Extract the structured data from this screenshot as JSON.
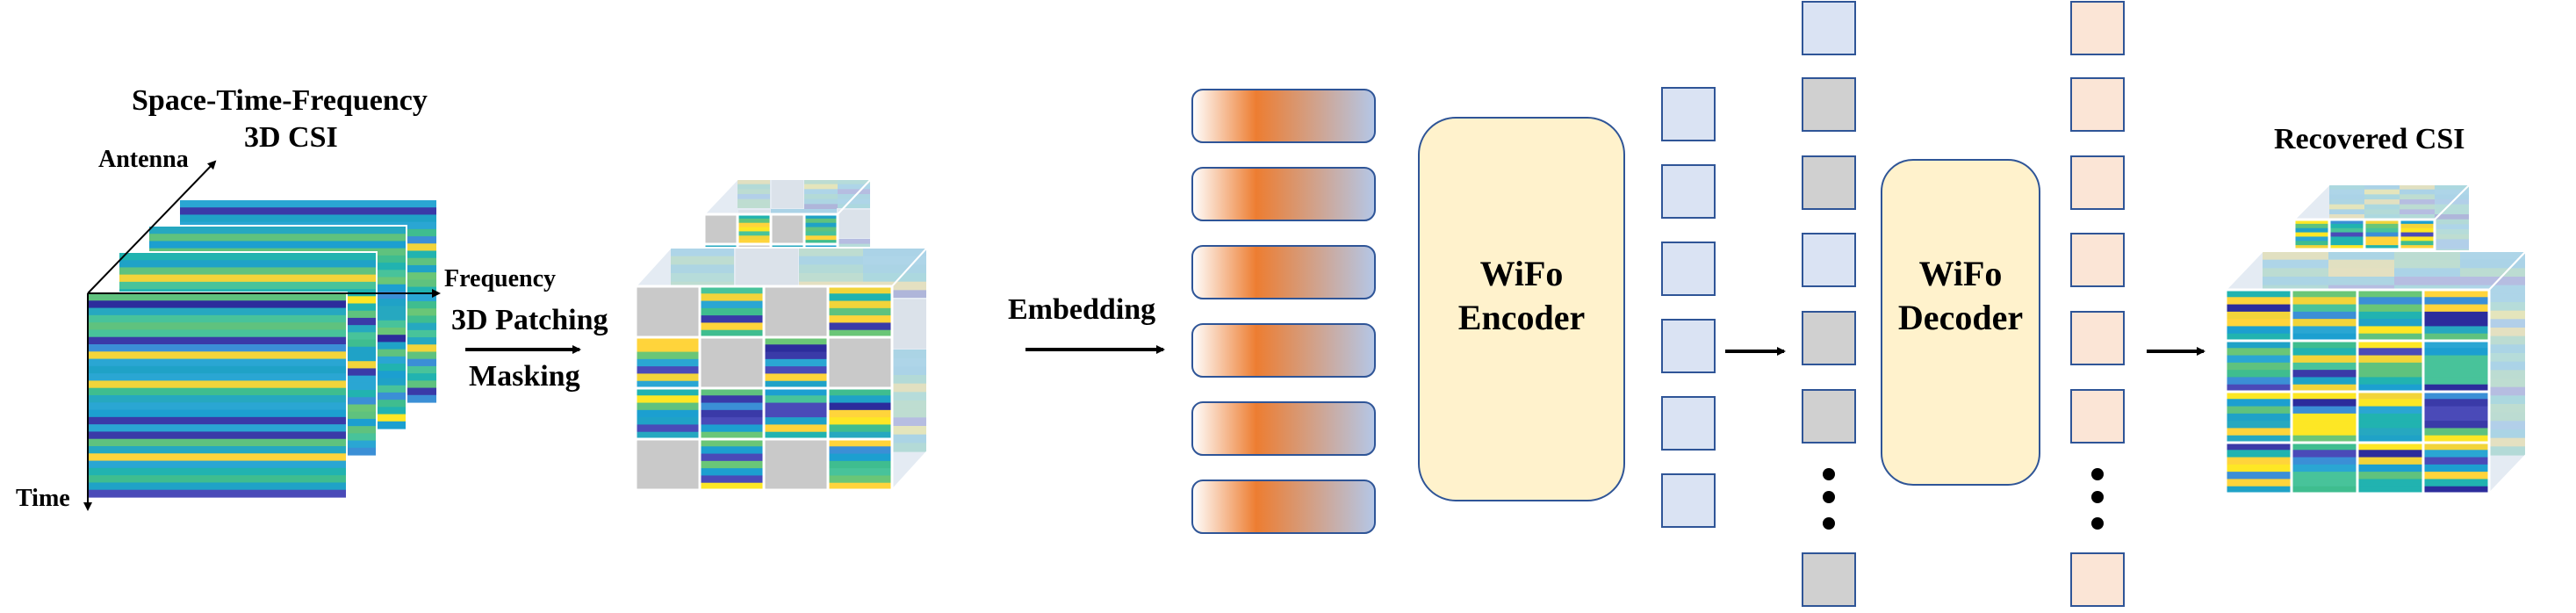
{
  "input": {
    "title_line1": "Space-Time-Frequency",
    "title_line2": "3D CSI",
    "axis_antenna": "Antenna",
    "axis_frequency": "Frequency",
    "axis_time": "Time"
  },
  "steps": {
    "patching_line1": "3D Patching",
    "patching_line2": "Masking",
    "embedding": "Embedding"
  },
  "encoder": {
    "line1": "WiFo",
    "line2": "Encoder"
  },
  "decoder": {
    "line1": "WiFo",
    "line2": "Decoder"
  },
  "output": {
    "title": "Recovered CSI"
  },
  "tokens": {
    "embedding_count": 6,
    "encoder_output_count": 6,
    "decoder_input_pattern": [
      "visible",
      "masked",
      "masked",
      "visible",
      "masked",
      "masked",
      "dots",
      "masked"
    ],
    "decoder_output_pattern": [
      "out",
      "out",
      "out",
      "out",
      "out",
      "out",
      "dots",
      "out"
    ]
  },
  "colors": {
    "token_visible": "#dae3f3",
    "token_masked": "#d0d0d0",
    "token_output": "#fbe5d6",
    "token_border": "#2f5597",
    "block_fill": "#fff2cc",
    "embed_orange": "#ed7d31",
    "embed_blue": "#b4c7e7",
    "mask_gray": "#c9c9c9"
  }
}
